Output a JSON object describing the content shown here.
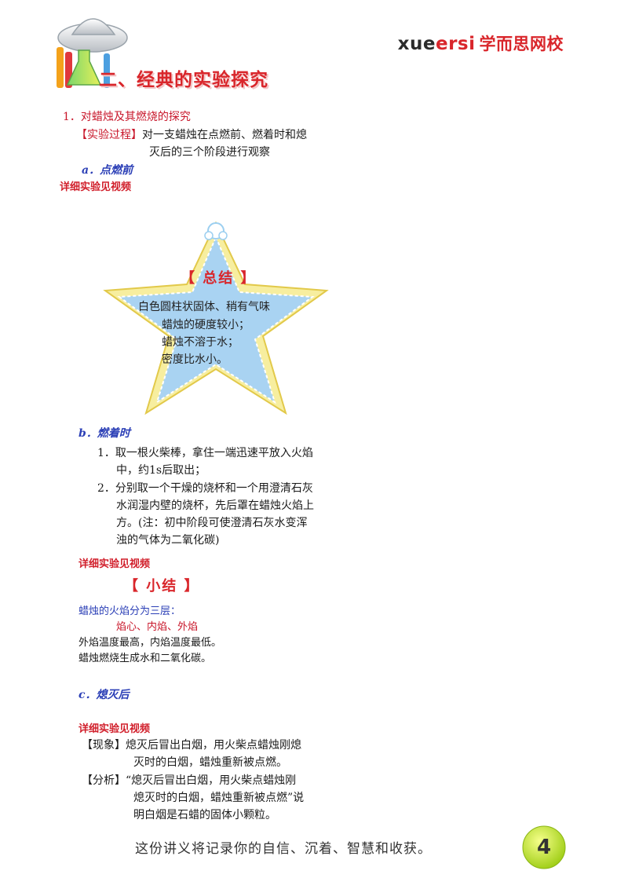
{
  "header": {
    "brand_latin_a": "xue",
    "brand_latin_b": "ersi",
    "brand_cn": "学而思网校",
    "section_title": "二、经典的实验探究"
  },
  "topic": {
    "heading": "1．对蜡烛及其燃烧的探究",
    "process_tag": "【实验过程】",
    "process_line1": "对一支蜡烛在点燃前、燃着时和熄",
    "process_line2": "灭后的三个阶段进行观察"
  },
  "stage_a": {
    "label": "a．点燃前",
    "video_note": "详细实验见视频"
  },
  "summary_star": {
    "title": "【 总结 】",
    "lines": [
      "白色圆柱状固体、稍有气味",
      "蜡烛的硬度较小；",
      "蜡烛不溶于水；",
      "密度比水小。"
    ]
  },
  "stage_b": {
    "label": "b．燃着时",
    "item1_line1": "1．取一根火柴棒，拿住一端迅速平放入火焰",
    "item1_line2": "中，约1s后取出；",
    "item2_line1": "2．分别取一个干燥的烧杯和一个用澄清石灰",
    "item2_line2": "水润湿内壁的烧杯，先后罩在蜡烛火焰上",
    "item2_line3": "方。(注：初中阶段可使澄清石灰水变浑",
    "item2_line4": "浊的气体为二氧化碳)",
    "video_note": "详细实验见视频"
  },
  "mini_summary": {
    "title": "【 小结 】",
    "line1": "蜡烛的火焰分为三层：",
    "line2": "焰心、内焰、外焰",
    "line3": "外焰温度最高，内焰温度最低。",
    "line4": "蜡烛燃烧生成水和二氧化碳。"
  },
  "stage_c": {
    "label": "c．熄灭后",
    "video_note": "详细实验见视频",
    "phenomenon_tag": "【现象】",
    "phenomenon_line1": "熄灭后冒出白烟，用火柴点蜡烛刚熄",
    "phenomenon_line2": "灭时的白烟，蜡烛重新被点燃。",
    "analysis_tag": "【分析】",
    "analysis_line1": "“熄灭后冒出白烟，用火柴点蜡烛刚",
    "analysis_line2": "熄灭时的白烟，蜡烛重新被点燃”说",
    "analysis_line3": "明白烟是石蜡的固体小颗粒。"
  },
  "footer": {
    "slogan": "这份讲义将记录你的自信、沉着、智慧和收获。",
    "page_number": "4"
  }
}
